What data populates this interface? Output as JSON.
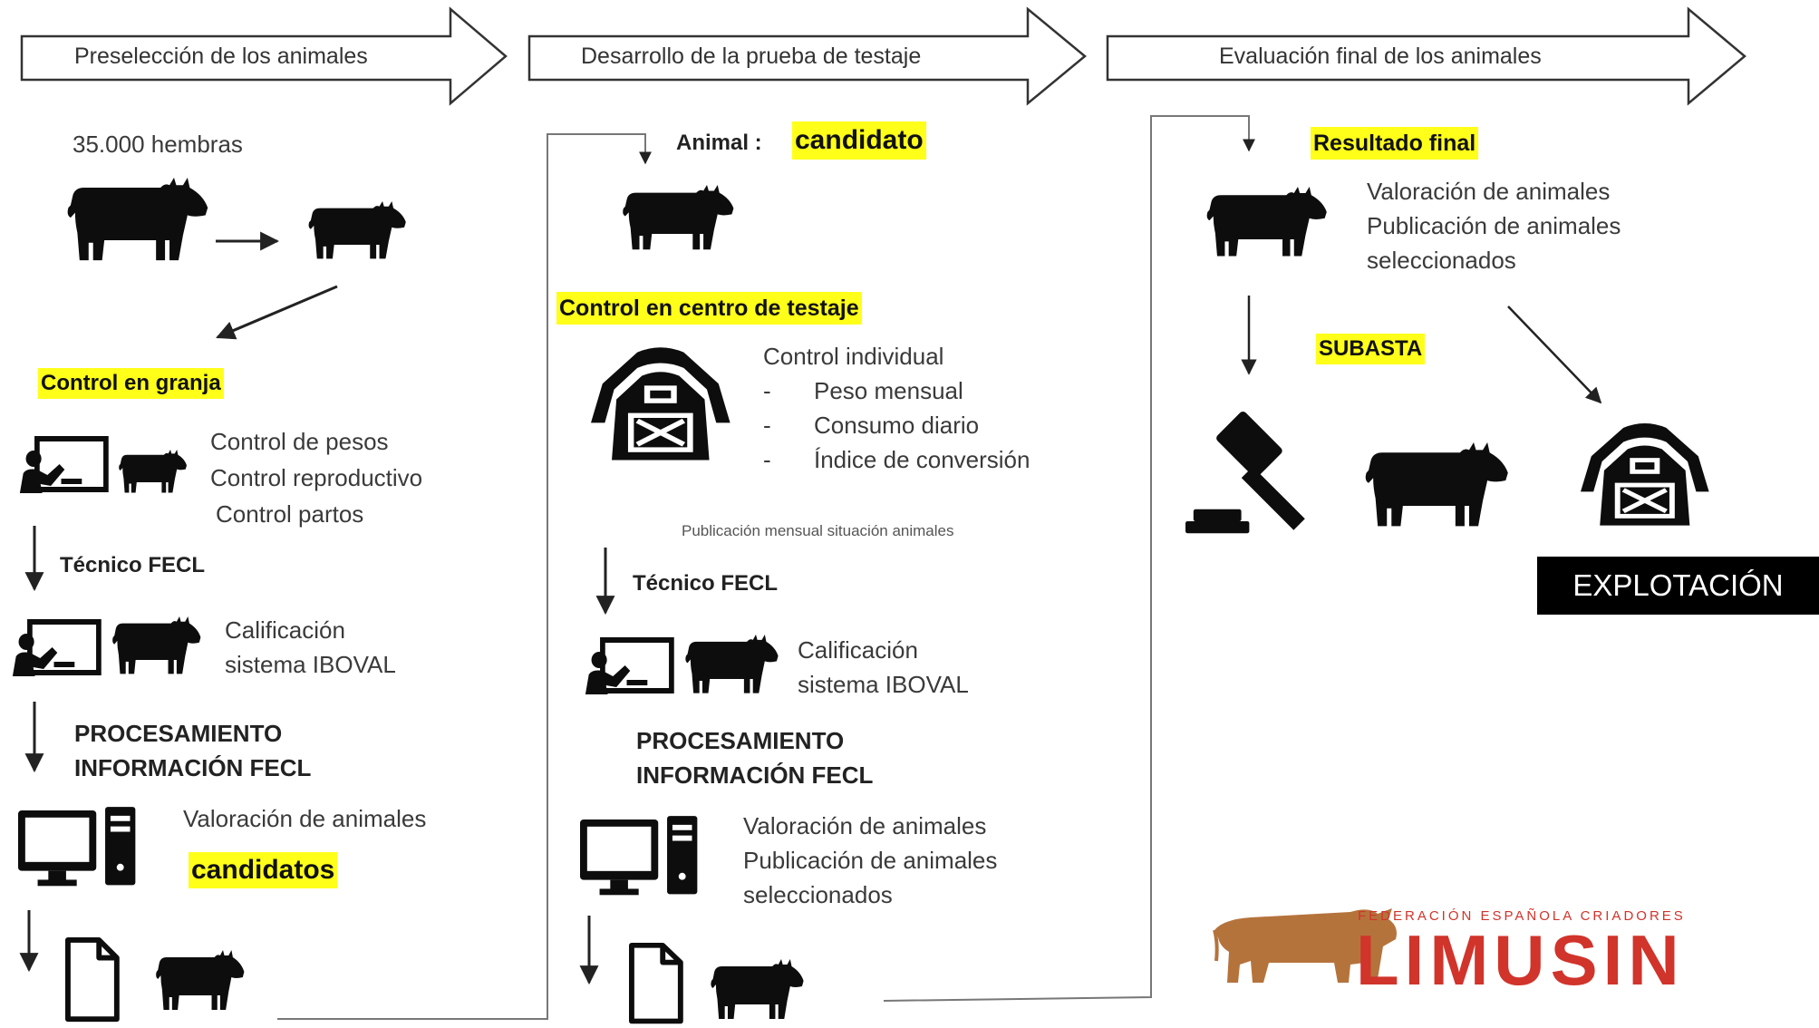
{
  "headers": {
    "h1": "Preselección de los animales",
    "h2": "Desarrollo de la prueba de testaje",
    "h3": "Evaluación final de los animales"
  },
  "col1": {
    "females": "35.000 hembras",
    "control_farm": "Control en granja",
    "farm_list": [
      "Control de pesos",
      "Control reproductivo",
      "Control partos"
    ],
    "tech": "Técnico FECL",
    "qual": [
      "Calificación",
      "sistema IBOVAL"
    ],
    "proc": [
      "PROCESAMIENTO",
      "INFORMACIÓN FECL"
    ],
    "valuation": "Valoración de animales",
    "candidates": "candidatos"
  },
  "col2": {
    "animal": "Animal :",
    "candidate": "candidato",
    "control_center": "Control en centro de testaje",
    "individual": "Control individual",
    "dash": "-",
    "items": [
      "Peso mensual",
      "Consumo diario",
      "Índice de conversión"
    ],
    "monthly": "Publicación mensual situación animales",
    "tech": "Técnico FECL",
    "qual": [
      "Calificación",
      "sistema IBOVAL"
    ],
    "proc": [
      "PROCESAMIENTO",
      "INFORMACIÓN FECL"
    ],
    "results": [
      "Valoración de animales",
      "Publicación de animales",
      "seleccionados"
    ]
  },
  "col3": {
    "final": "Resultado final",
    "results": [
      "Valoración de animales",
      "Publicación de animales",
      "seleccionados"
    ],
    "auction": "SUBASTA",
    "farm": "EXPLOTACIÓN"
  },
  "logo": {
    "subtitle": "FEDERACIÓN ESPAÑOLA CRIADORES",
    "name": "LIMUSIN"
  },
  "icons": [
    "cow-icon",
    "barn-icon",
    "teacher-icon",
    "computer-icon",
    "document-icon",
    "gavel-icon",
    "bull-logo-icon"
  ]
}
